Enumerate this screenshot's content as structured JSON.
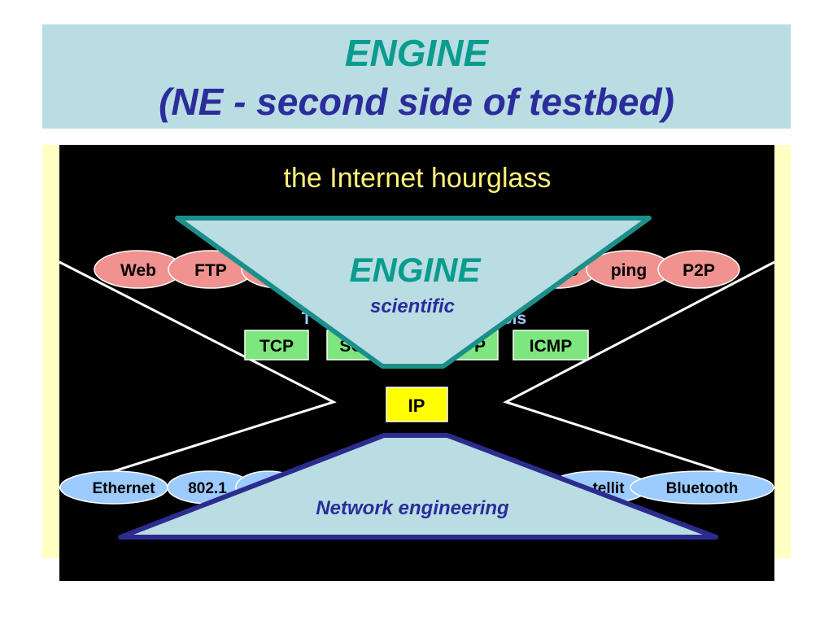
{
  "title": {
    "line1": "ENGINE",
    "line2": "(NE - second side of testbed)"
  },
  "hourglass": {
    "heading": "the Internet hourglass",
    "applications": [
      "Web",
      "FTP",
      "ping",
      "P2P"
    ],
    "partial_application_fragment": "o",
    "transport_heading_fragments": [
      "T",
      "ols"
    ],
    "transport": [
      "TCP",
      "SC",
      "P",
      "ICMP"
    ],
    "network": "IP",
    "link": [
      "Ethernet",
      "802.1",
      "tellit",
      "Bluetooth"
    ]
  },
  "overlay_top": {
    "title": "ENGINE",
    "subtitle": "scientific"
  },
  "overlay_bottom": {
    "label": "Network engineering"
  },
  "colors": {
    "title_bar_bg": "#b9dde3",
    "title_line1": "#0a9c8e",
    "title_line2": "#2c2c9b",
    "panel_bg": "#000000",
    "heading": "#fff27a",
    "app_oval": "#f0928f",
    "transport_box": "#7ee67e",
    "ip_box": "#ffff00",
    "link_oval": "#9ccbff",
    "overlay_fill": "#b9dde3",
    "overlay_top_stroke": "#1c8f8a",
    "overlay_bottom_stroke": "#2c2c8f"
  }
}
